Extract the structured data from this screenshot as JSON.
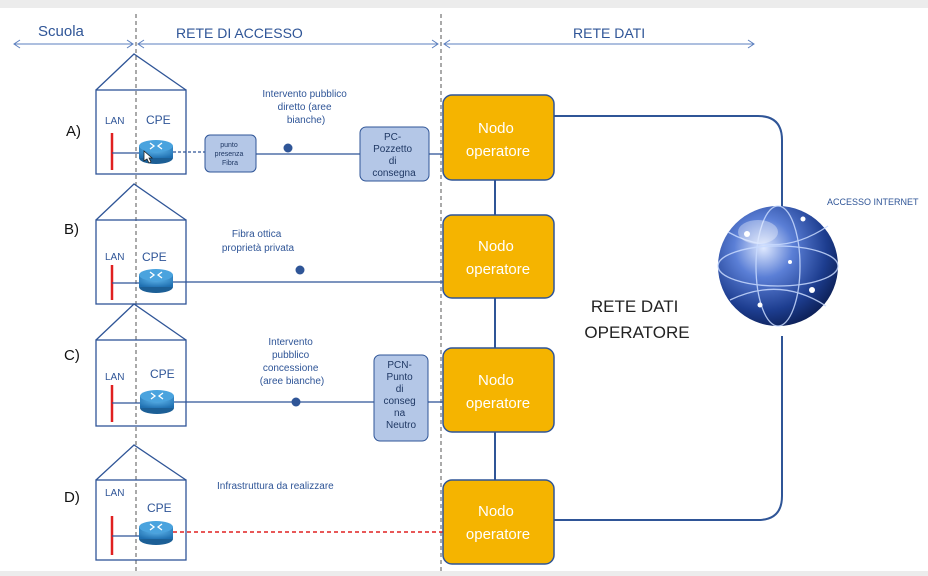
{
  "header": {
    "scuola": "Scuola",
    "rete_accesso": "RETE DI ACCESSO",
    "rete_dati": "RETE DATI"
  },
  "rows": {
    "a": {
      "label": "A)",
      "lan": "LAN",
      "cpe": "CPE",
      "note": [
        "Intervento pubblico",
        "diretto (aree",
        "bianche)"
      ],
      "box1": [
        "punto",
        "presenza",
        "Fibra"
      ],
      "box2": [
        "PC-",
        "Pozzetto",
        "di",
        "consegna"
      ]
    },
    "b": {
      "label": "B)",
      "lan": "LAN",
      "cpe": "CPE",
      "note": [
        "Fibra ottica",
        "proprietà privata"
      ]
    },
    "c": {
      "label": "C)",
      "lan": "LAN",
      "cpe": "CPE",
      "note": [
        "Intervento",
        "pubblico",
        "concessione",
        "(aree bianche)"
      ],
      "box2": [
        "PCN-",
        "Punto",
        "di",
        "conseg",
        "na",
        "Neutro"
      ]
    },
    "d": {
      "label": "D)",
      "lan": "LAN",
      "cpe": "CPE",
      "note": [
        "Infrastruttura da realizzare"
      ]
    }
  },
  "nodes": {
    "a": [
      "Nodo",
      "operatore"
    ],
    "b": [
      "Nodo",
      "operatore"
    ],
    "c": [
      "Nodo",
      "operatore"
    ],
    "d": [
      "Nodo",
      "operatore"
    ]
  },
  "center": [
    "RETE DATI",
    "OPERATORE"
  ],
  "internet": "ACCESSO INTERNET",
  "colors": {
    "node_fill": "#f5b400",
    "node_stroke": "#2f5597",
    "line": "#2f5597",
    "lan_bar": "#e02020",
    "box_fill": "#b4c7e7",
    "router": "#2e86c1",
    "dashed_red": "#e02020"
  }
}
